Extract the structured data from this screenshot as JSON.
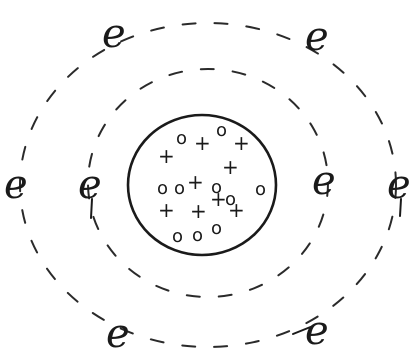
{
  "diagram": {
    "electron_label": "e",
    "proton_label": "+",
    "neutron_label": "o",
    "orbits": [
      {
        "electrons": 2
      },
      {
        "electrons": 6
      }
    ],
    "nucleus": {
      "protons": 9,
      "neutrons": 10
    },
    "stroke_color": "#1a1a1a",
    "background_color": "#ffffff"
  }
}
